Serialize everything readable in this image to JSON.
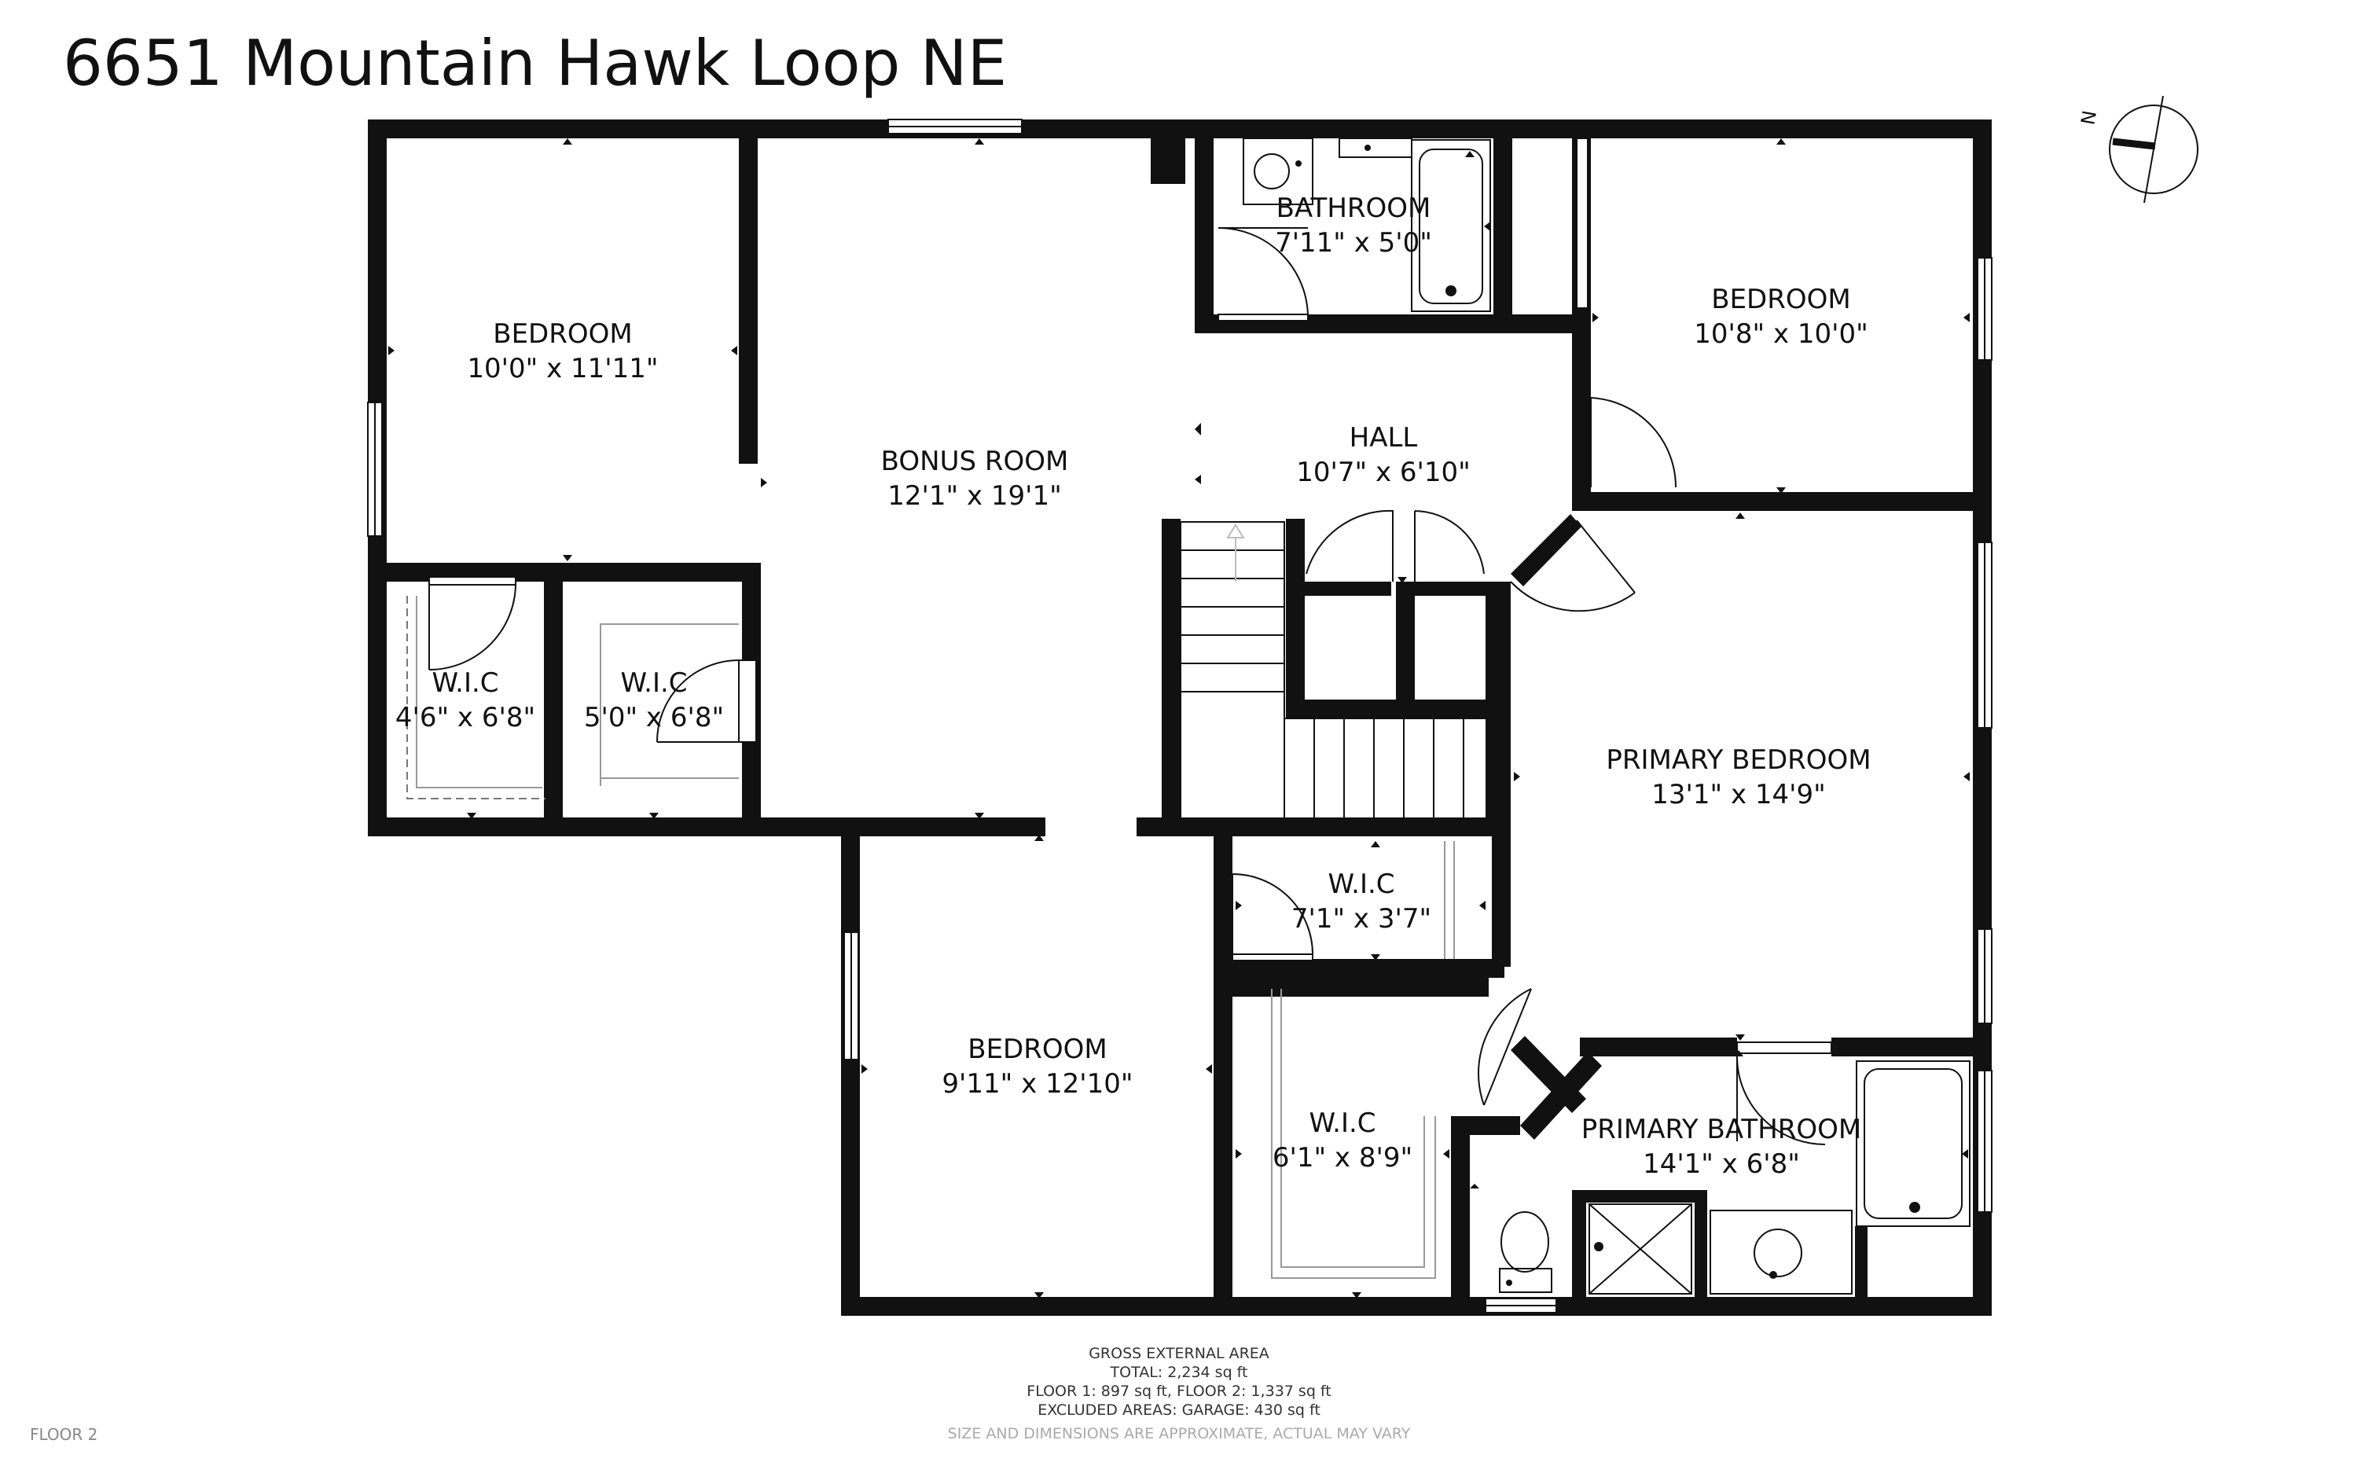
{
  "title": "6651 Mountain Hawk Loop NE",
  "compass": {
    "label": "N"
  },
  "rooms": [
    {
      "name": "BEDROOM",
      "dims": "10'0\" x 11'11\""
    },
    {
      "name": "BONUS ROOM",
      "dims": "12'1\" x 19'1\""
    },
    {
      "name": "BATHROOM",
      "dims": "7'11\" x 5'0\""
    },
    {
      "name": "BEDROOM",
      "dims": "10'8\" x 10'0\""
    },
    {
      "name": "HALL",
      "dims": "10'7\" x 6'10\""
    },
    {
      "name": "W.I.C",
      "dims": "4'6\" x 6'8\""
    },
    {
      "name": "W.I.C",
      "dims": "5'0\" x 6'8\""
    },
    {
      "name": "PRIMARY BEDROOM",
      "dims": "13'1\" x 14'9\""
    },
    {
      "name": "W.I.C",
      "dims": "7'1\" x 3'7\""
    },
    {
      "name": "BEDROOM",
      "dims": "9'11\" x 12'10\""
    },
    {
      "name": "W.I.C",
      "dims": "6'1\" x 8'9\""
    },
    {
      "name": "PRIMARY BATHROOM",
      "dims": "14'1\" x 6'8\""
    }
  ],
  "area_summary": {
    "heading": "GROSS EXTERNAL AREA",
    "total": "TOTAL: 2,234 sq ft",
    "floors": "FLOOR 1: 897 sq ft, FLOOR 2: 1,337 sq ft",
    "excluded": "EXCLUDED AREAS: GARAGE: 430 sq ft",
    "disclaimer": "SIZE AND DIMENSIONS ARE APPROXIMATE, ACTUAL MAY VARY"
  },
  "floor_label": "FLOOR 2"
}
